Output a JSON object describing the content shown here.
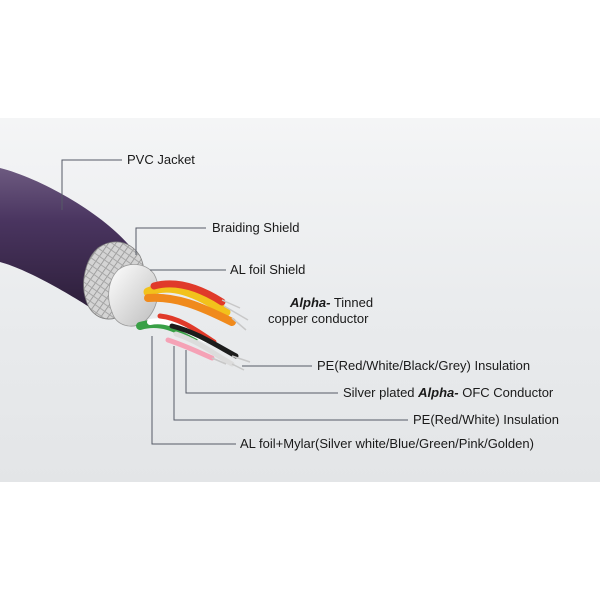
{
  "labels": {
    "pvc_jacket": "PVC Jacket",
    "braiding_shield": "Braiding Shield",
    "al_foil_shield": "AL foil Shield",
    "tinned_conductor_brand": "Alpha-",
    "tinned_conductor_line1": " Tinned",
    "tinned_conductor_line2": "copper conductor",
    "pe_insulation_4": "PE(Red/White/Black/Grey) Insulation",
    "silver_conductor_prefix": "Silver plated ",
    "silver_conductor_brand": "Alpha-",
    "silver_conductor_suffix": " OFC Conductor",
    "pe_insulation_2": "PE(Red/White) Insulation",
    "al_foil_mylar": "AL foil+Mylar(Silver white/Blue/Green/Pink/Golden)"
  },
  "colors": {
    "jacket": "#3d2a4d",
    "braid": "#c9c9c9",
    "foil": "#e8e8e8",
    "wire_red": "#e03a2a",
    "wire_yellow": "#f2c21c",
    "wire_orange": "#f08a1c",
    "wire_green": "#39a046",
    "wire_black": "#1c1c1c",
    "leader": "#555a66"
  }
}
